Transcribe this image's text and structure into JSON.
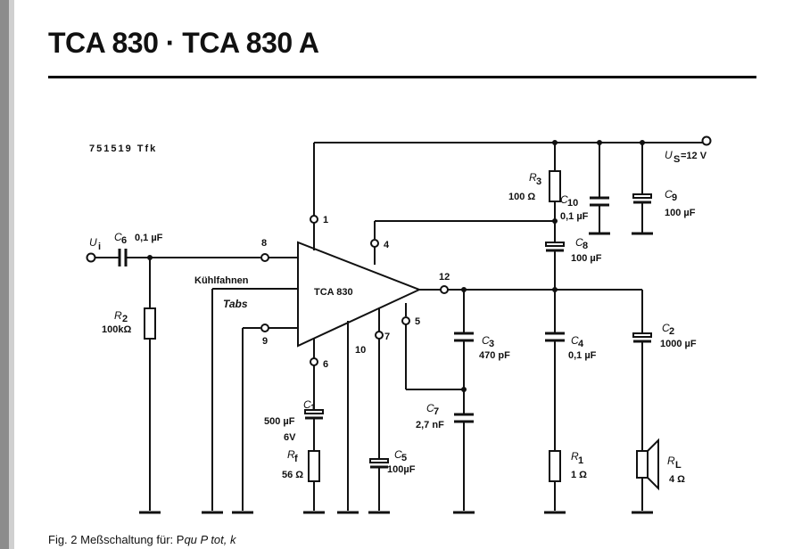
{
  "header": {
    "title": "TCA 830 · TCA 830 A"
  },
  "diagram": {
    "code": "751519 Tfk",
    "ic_label": "TCA 830",
    "pins": [
      "1",
      "4",
      "8",
      "12",
      "5",
      "9",
      "6",
      "10",
      "7"
    ],
    "supply": "U",
    "supply_sub": "S",
    "supply_rest": "=12 V",
    "input_sym": "U",
    "input_sub": "i",
    "kuehlfahnen": "Kühlfahnen",
    "tabs": "Tabs",
    "components": {
      "c6": {
        "sym": "C",
        "sub": "6",
        "val": "0,1 µF"
      },
      "r2": {
        "sym": "R",
        "sub": "2",
        "val": "100kΩ"
      },
      "r3": {
        "sym": "R",
        "sub": "3",
        "val": "100 Ω"
      },
      "c10": {
        "sym": "C",
        "sub": "10",
        "val": "0,1 µF"
      },
      "c9": {
        "sym": "C",
        "sub": "9",
        "val": "100 µF"
      },
      "c8": {
        "sym": "C",
        "sub": "8",
        "val": "100 µF"
      },
      "c3": {
        "sym": "C",
        "sub": "3",
        "val": "470 pF"
      },
      "c4": {
        "sym": "C",
        "sub": "4",
        "val": "0,1 µF"
      },
      "c2": {
        "sym": "C",
        "sub": "2",
        "val": "1000 µF"
      },
      "c7": {
        "sym": "C",
        "sub": "7",
        "val": "2,7 nF"
      },
      "c1": {
        "sym": "C",
        "sub": "1",
        "val1": "500 µF",
        "val2": "6V"
      },
      "rf": {
        "sym": "R",
        "sub": "f",
        "val": "56 Ω"
      },
      "c5": {
        "sym": "C",
        "sub": "5",
        "val": "100µF"
      },
      "r1": {
        "sym": "R",
        "sub": "1",
        "val": "1 Ω"
      },
      "rl": {
        "sym": "R",
        "sub": "L",
        "val": "4 Ω"
      }
    }
  },
  "caption": "Fig. 2 Meßschaltung für:  P",
  "caption_rest": "qu  P tot,  k"
}
